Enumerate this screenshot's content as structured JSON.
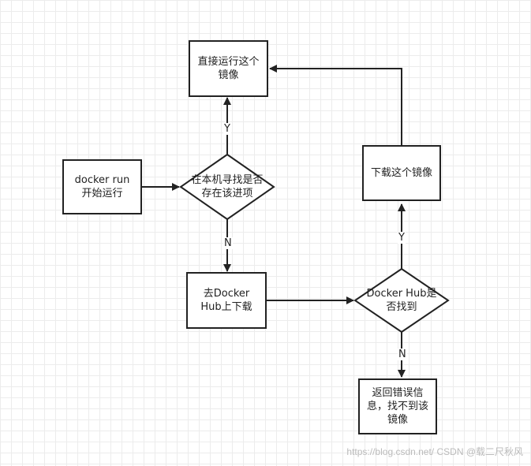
{
  "nodes": {
    "run": "docker run\n开始运行",
    "run_image": "直接运行这个\n镜像",
    "search_local": "在本机寻找是否\n存在该进项",
    "go_hub": "去Docker\nHub上下载",
    "hub_found": "Docker Hub是\n否找到",
    "download": "下载这个镜像",
    "error": "返回错误信\n息，找不到该\n镜像"
  },
  "edges": {
    "yes1": "Y",
    "no1": "N",
    "yes2": "Y",
    "no2": "N"
  },
  "watermark": "https://blog.csdn.net/ CSDN @载二尺秋风"
}
